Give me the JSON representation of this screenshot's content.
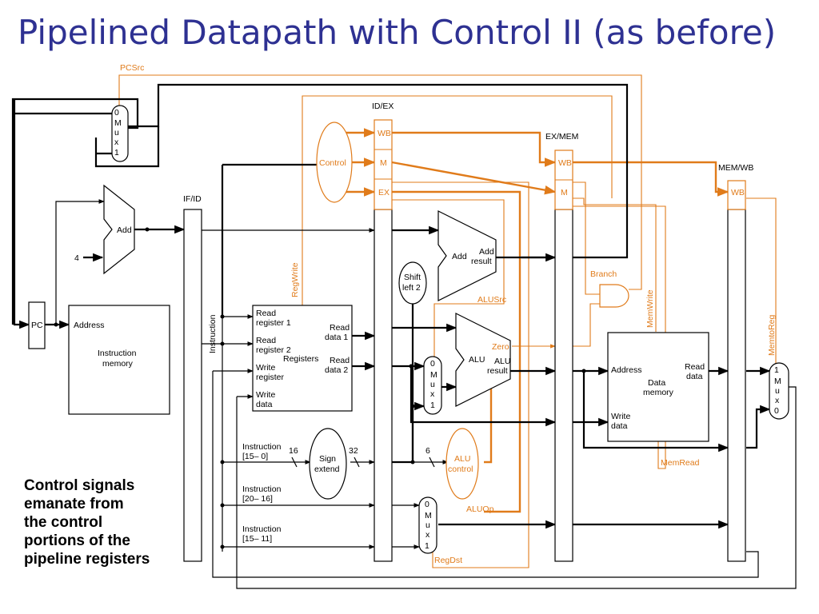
{
  "title": "Pipelined Datapath with Control II (as before)",
  "caption": [
    "Control signals",
    "emanate from",
    "the control",
    "portions of the",
    "pipeline registers"
  ],
  "labels": {
    "pcsrc": "PCSrc",
    "id_ex": "ID/EX",
    "ex_mem": "EX/MEM",
    "mem_wb": "MEM/WB",
    "if_id": "IF/ID",
    "wb": "WB",
    "m": "M",
    "ex": "EX",
    "control": "Control",
    "add": "Add",
    "four": "4",
    "pc": "PC",
    "address": "Address",
    "instruction_memory": [
      "Instruction",
      "memory"
    ],
    "instruction": "Instruction",
    "regwrite": "RegWrite",
    "read_register_1": [
      "Read",
      "register 1"
    ],
    "read_register_2": [
      "Read",
      "register 2"
    ],
    "write_register": [
      "Write",
      "register"
    ],
    "write_data": [
      "Write",
      "data"
    ],
    "registers": "Registers",
    "read_data_1": [
      "Read",
      "data 1"
    ],
    "read_data_2": [
      "Read",
      "data 2"
    ],
    "shift_left_2": [
      "Shift",
      "left 2"
    ],
    "add_result": [
      "Add",
      "result"
    ],
    "alusrc": "ALUSrc",
    "alu": "ALU",
    "alu_result": [
      "ALU",
      "result"
    ],
    "zero": "Zero",
    "branch": "Branch",
    "memwrite": "MemWrite",
    "memtoreg": "MemtoReg",
    "data_memory": [
      "Data",
      "memory"
    ],
    "read_data": [
      "Read",
      "data"
    ],
    "memread": "MemRead",
    "instr_15_0": [
      "Instruction",
      "[15– 0]"
    ],
    "instr_20_16": [
      "Instruction",
      "[20– 16]"
    ],
    "instr_15_11": [
      "Instruction",
      "[15– 11]"
    ],
    "sixteen": "16",
    "thirty_two": "32",
    "six": "6",
    "sign_extend": [
      "Sign",
      "extend"
    ],
    "alu_control": [
      "ALU",
      "control"
    ],
    "aluop": "ALUOp",
    "regdst": "RegDst",
    "mux_0m1": [
      "0",
      "M",
      "u",
      "x",
      "1"
    ],
    "mux_1m0": [
      "1",
      "M",
      "u",
      "x",
      "0"
    ]
  }
}
